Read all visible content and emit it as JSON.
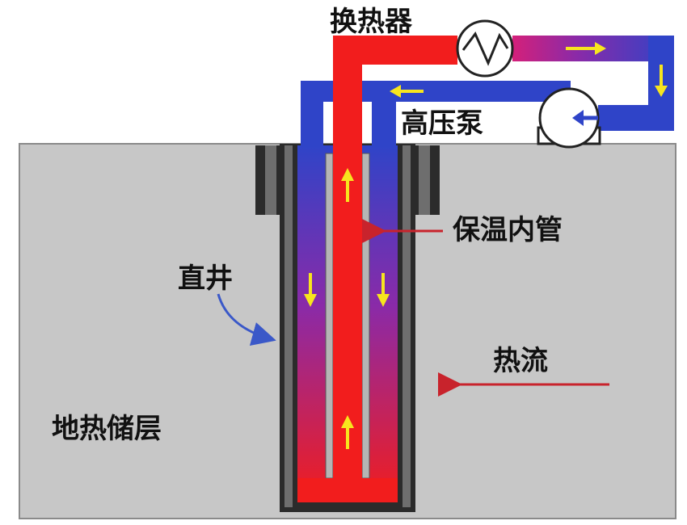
{
  "labels": {
    "heat_exchanger": "换热器",
    "high_pressure_pump": "高压泵",
    "insulated_inner_pipe": "保温内管",
    "vertical_well": "直井",
    "heat_flow": "热流",
    "geothermal_reservoir": "地热储层"
  },
  "colors": {
    "hot": "#f21d1d",
    "cold": "#2f44c8",
    "ground": "#c7c7c7",
    "ground_border": "#8a8a8a",
    "casing_dark": "#2b2b2b",
    "casing_gray": "#6e6e6e",
    "arrow_yellow": "#f7e51e",
    "pointer_red": "#c8232c",
    "pointer_blue": "#3a58c8"
  },
  "icons": [
    "heat-exchanger-icon",
    "pump-icon",
    "flow-arrow-icon"
  ]
}
